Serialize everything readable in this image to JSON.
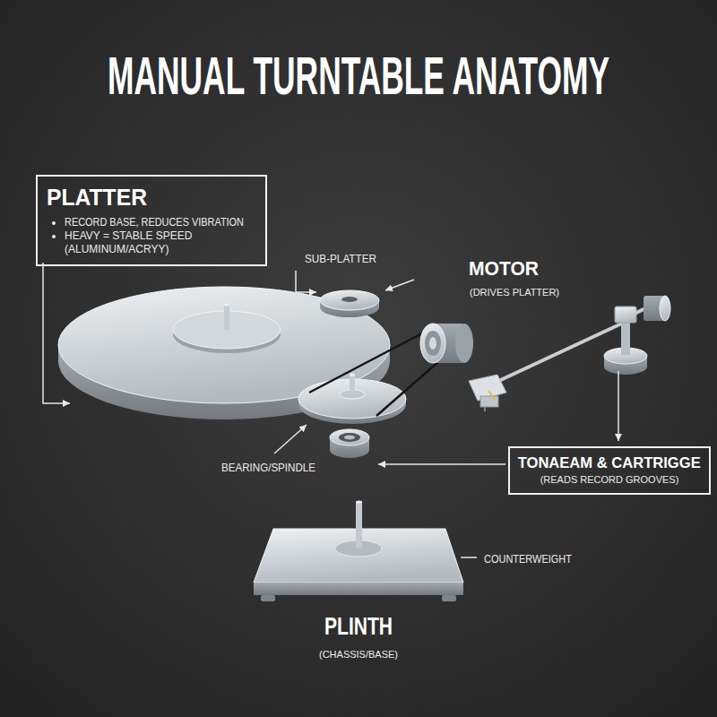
{
  "diagram": {
    "title": "MANUAL TURNTABLE ANATOMY",
    "nodes": [
      {
        "text": [
          "PLATTER",
          "RECORD BASE, REDUCES VIBRATION",
          "HEAVY = STABLE SPEED (ALUMINUM/ACRYY)"
        ]
      },
      {
        "text": [
          "TONAEAM & CARTRIGGE",
          "(READS RECORD GROOVES)"
        ]
      }
    ],
    "labels": [
      "SUB-PLATTER",
      "MOTOR",
      "(DRIVES PLATTER)",
      "BEARING/SPINDLE",
      "COUNTERWEIGHT",
      "PLINTH",
      "(CHASSIS/BASE)"
    ]
  }
}
